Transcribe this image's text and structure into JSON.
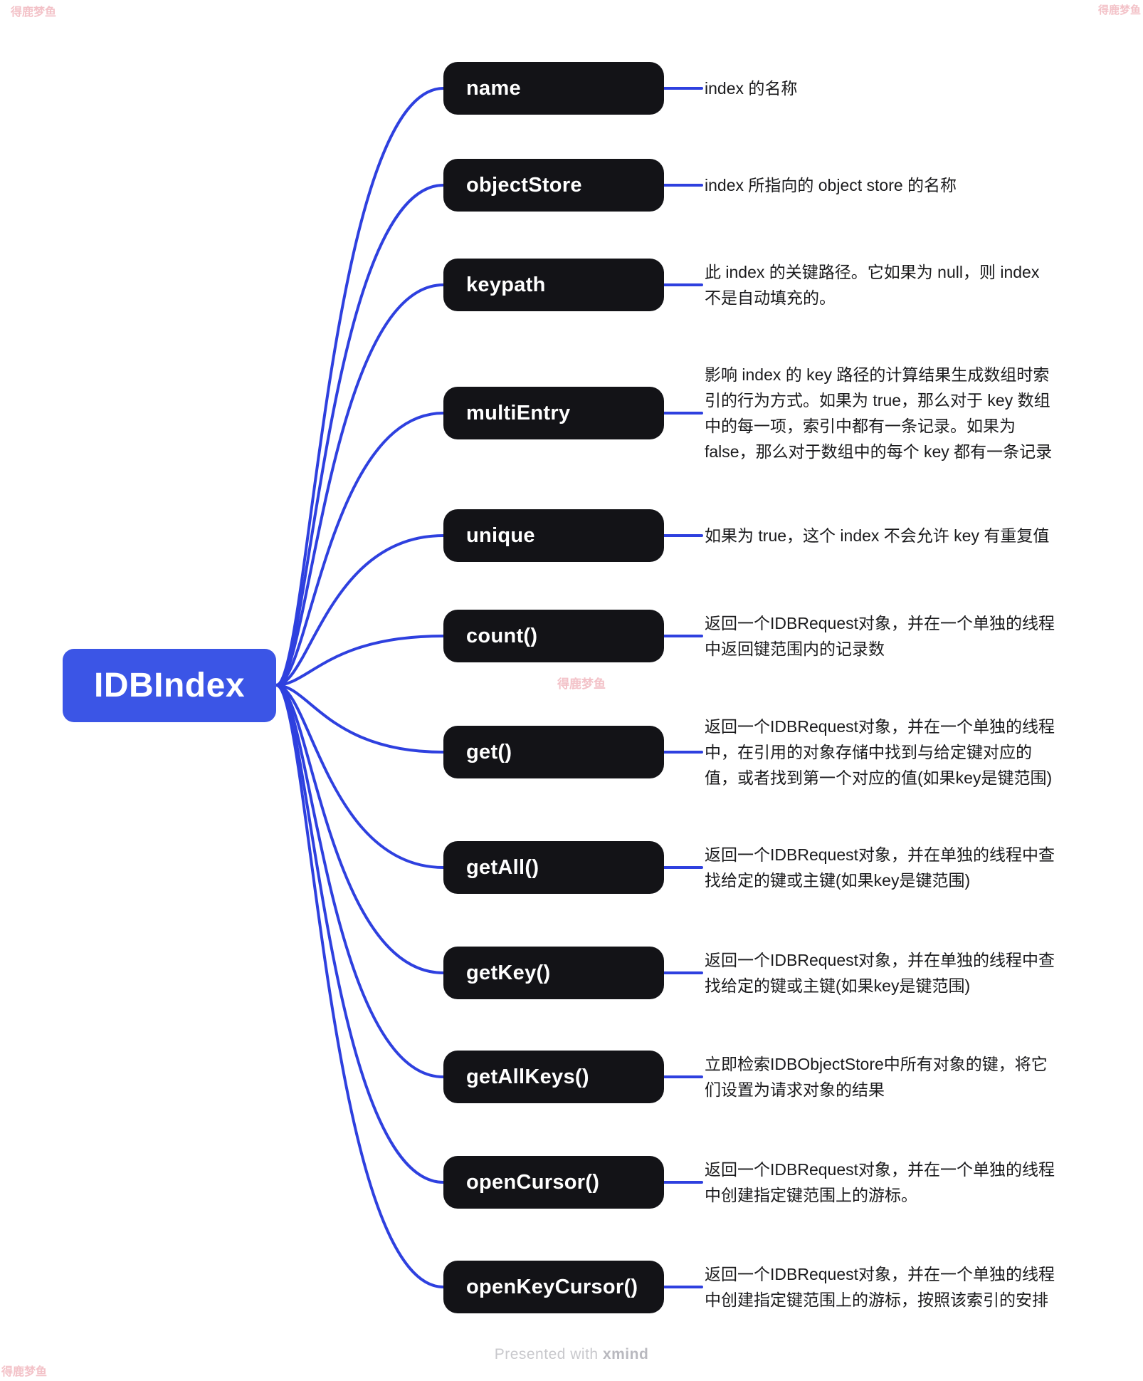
{
  "root": {
    "label": "IDBIndex"
  },
  "branches": [
    {
      "label": "name",
      "description": "index 的名称"
    },
    {
      "label": "objectStore",
      "description": "index 所指向的 object store 的名称"
    },
    {
      "label": "keypath",
      "description": "此 index 的关键路径。它如果为 null，则 index\n不是自动填充的。"
    },
    {
      "label": "multiEntry",
      "description": "影响 index 的 key 路径的计算结果生成数组时索\n引的行为方式。如果为 true，那么对于 key 数组\n中的每一项，索引中都有一条记录。如果为\nfalse，那么对于数组中的每个 key 都有一条记录"
    },
    {
      "label": "unique",
      "description": "如果为 true，这个 index 不会允许 key 有重复值"
    },
    {
      "label": "count()",
      "description": "返回一个IDBRequest对象，并在一个单独的线程\n中返回键范围内的记录数"
    },
    {
      "label": "get()",
      "description": "返回一个IDBRequest对象，并在一个单独的线程\n中，在引用的对象存储中找到与给定键对应的\n值，或者找到第一个对应的值(如果key是键范围)"
    },
    {
      "label": "getAll()",
      "description": "返回一个IDBRequest对象，并在单独的线程中查\n找给定的键或主键(如果key是键范围)"
    },
    {
      "label": "getKey()",
      "description": "返回一个IDBRequest对象，并在单独的线程中查\n找给定的键或主键(如果key是键范围)"
    },
    {
      "label": "getAllKeys()",
      "description": "立即检索IDBObjectStore中所有对象的键，将它\n们设置为请求对象的结果"
    },
    {
      "label": "openCursor()",
      "description": "返回一个IDBRequest对象，并在一个单独的线程\n中创建指定键范围上的游标。"
    },
    {
      "label": "openKeyCursor()",
      "description": "返回一个IDBRequest对象，并在一个单独的线程\n中创建指定键范围上的游标，按照该索引的安排"
    }
  ],
  "footer": {
    "prefix": "Presented with ",
    "brand": "xmind"
  },
  "watermark": {
    "text": "得鹿梦鱼"
  },
  "colors": {
    "root_blue": "#3B55E6",
    "node_black": "#131317",
    "line_blue": "#2E40DF",
    "description_text": "#1B1B1D",
    "footer_gray": "#C8C8CC",
    "watermark_pink": "#F3C2C8"
  }
}
